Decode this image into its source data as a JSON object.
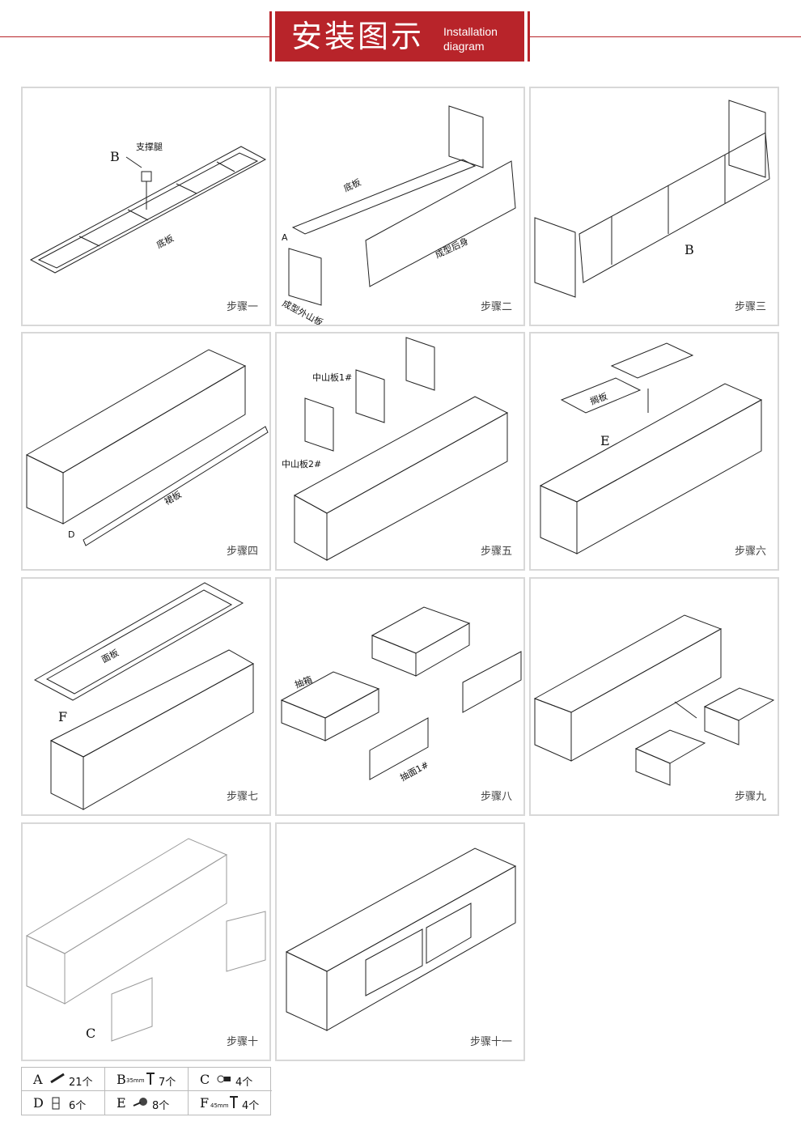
{
  "header": {
    "title": "安装图示",
    "subtitle_line1": "Installation",
    "subtitle_line2": "diagram"
  },
  "panels": [
    {
      "step": "步骤一",
      "labels": [
        "支撑腿",
        "底板",
        "B"
      ]
    },
    {
      "step": "步骤二",
      "labels": [
        "底板",
        "成型后身",
        "成型外山板",
        "A"
      ]
    },
    {
      "step": "步骤三",
      "labels": [
        "B"
      ]
    },
    {
      "step": "步骤四",
      "labels": [
        "裙板",
        "D"
      ]
    },
    {
      "step": "步骤五",
      "labels": [
        "中山板1#",
        "中山板2#"
      ]
    },
    {
      "step": "步骤六",
      "labels": [
        "搁板",
        "E"
      ]
    },
    {
      "step": "步骤七",
      "labels": [
        "面板",
        "F"
      ]
    },
    {
      "step": "步骤八",
      "labels": [
        "抽箱",
        "抽面1#"
      ]
    },
    {
      "step": "步骤九",
      "labels": []
    },
    {
      "step": "步骤十",
      "labels": [
        "C"
      ]
    },
    {
      "step": "步骤十一",
      "labels": []
    }
  ],
  "parts": [
    {
      "key": "A",
      "size": "",
      "icon": "dowel-icon",
      "qty": "21个"
    },
    {
      "key": "B",
      "size": "35mm",
      "icon": "screw-icon",
      "qty": "7个"
    },
    {
      "key": "C",
      "size": "",
      "icon": "hinge-icon",
      "qty": "4个"
    },
    {
      "key": "D",
      "size": "",
      "icon": "bracket-icon",
      "qty": "6个"
    },
    {
      "key": "E",
      "size": "",
      "icon": "cam-lock-icon",
      "qty": "8个"
    },
    {
      "key": "F",
      "size": "45mm",
      "icon": "screw-icon",
      "qty": "4个"
    }
  ]
}
